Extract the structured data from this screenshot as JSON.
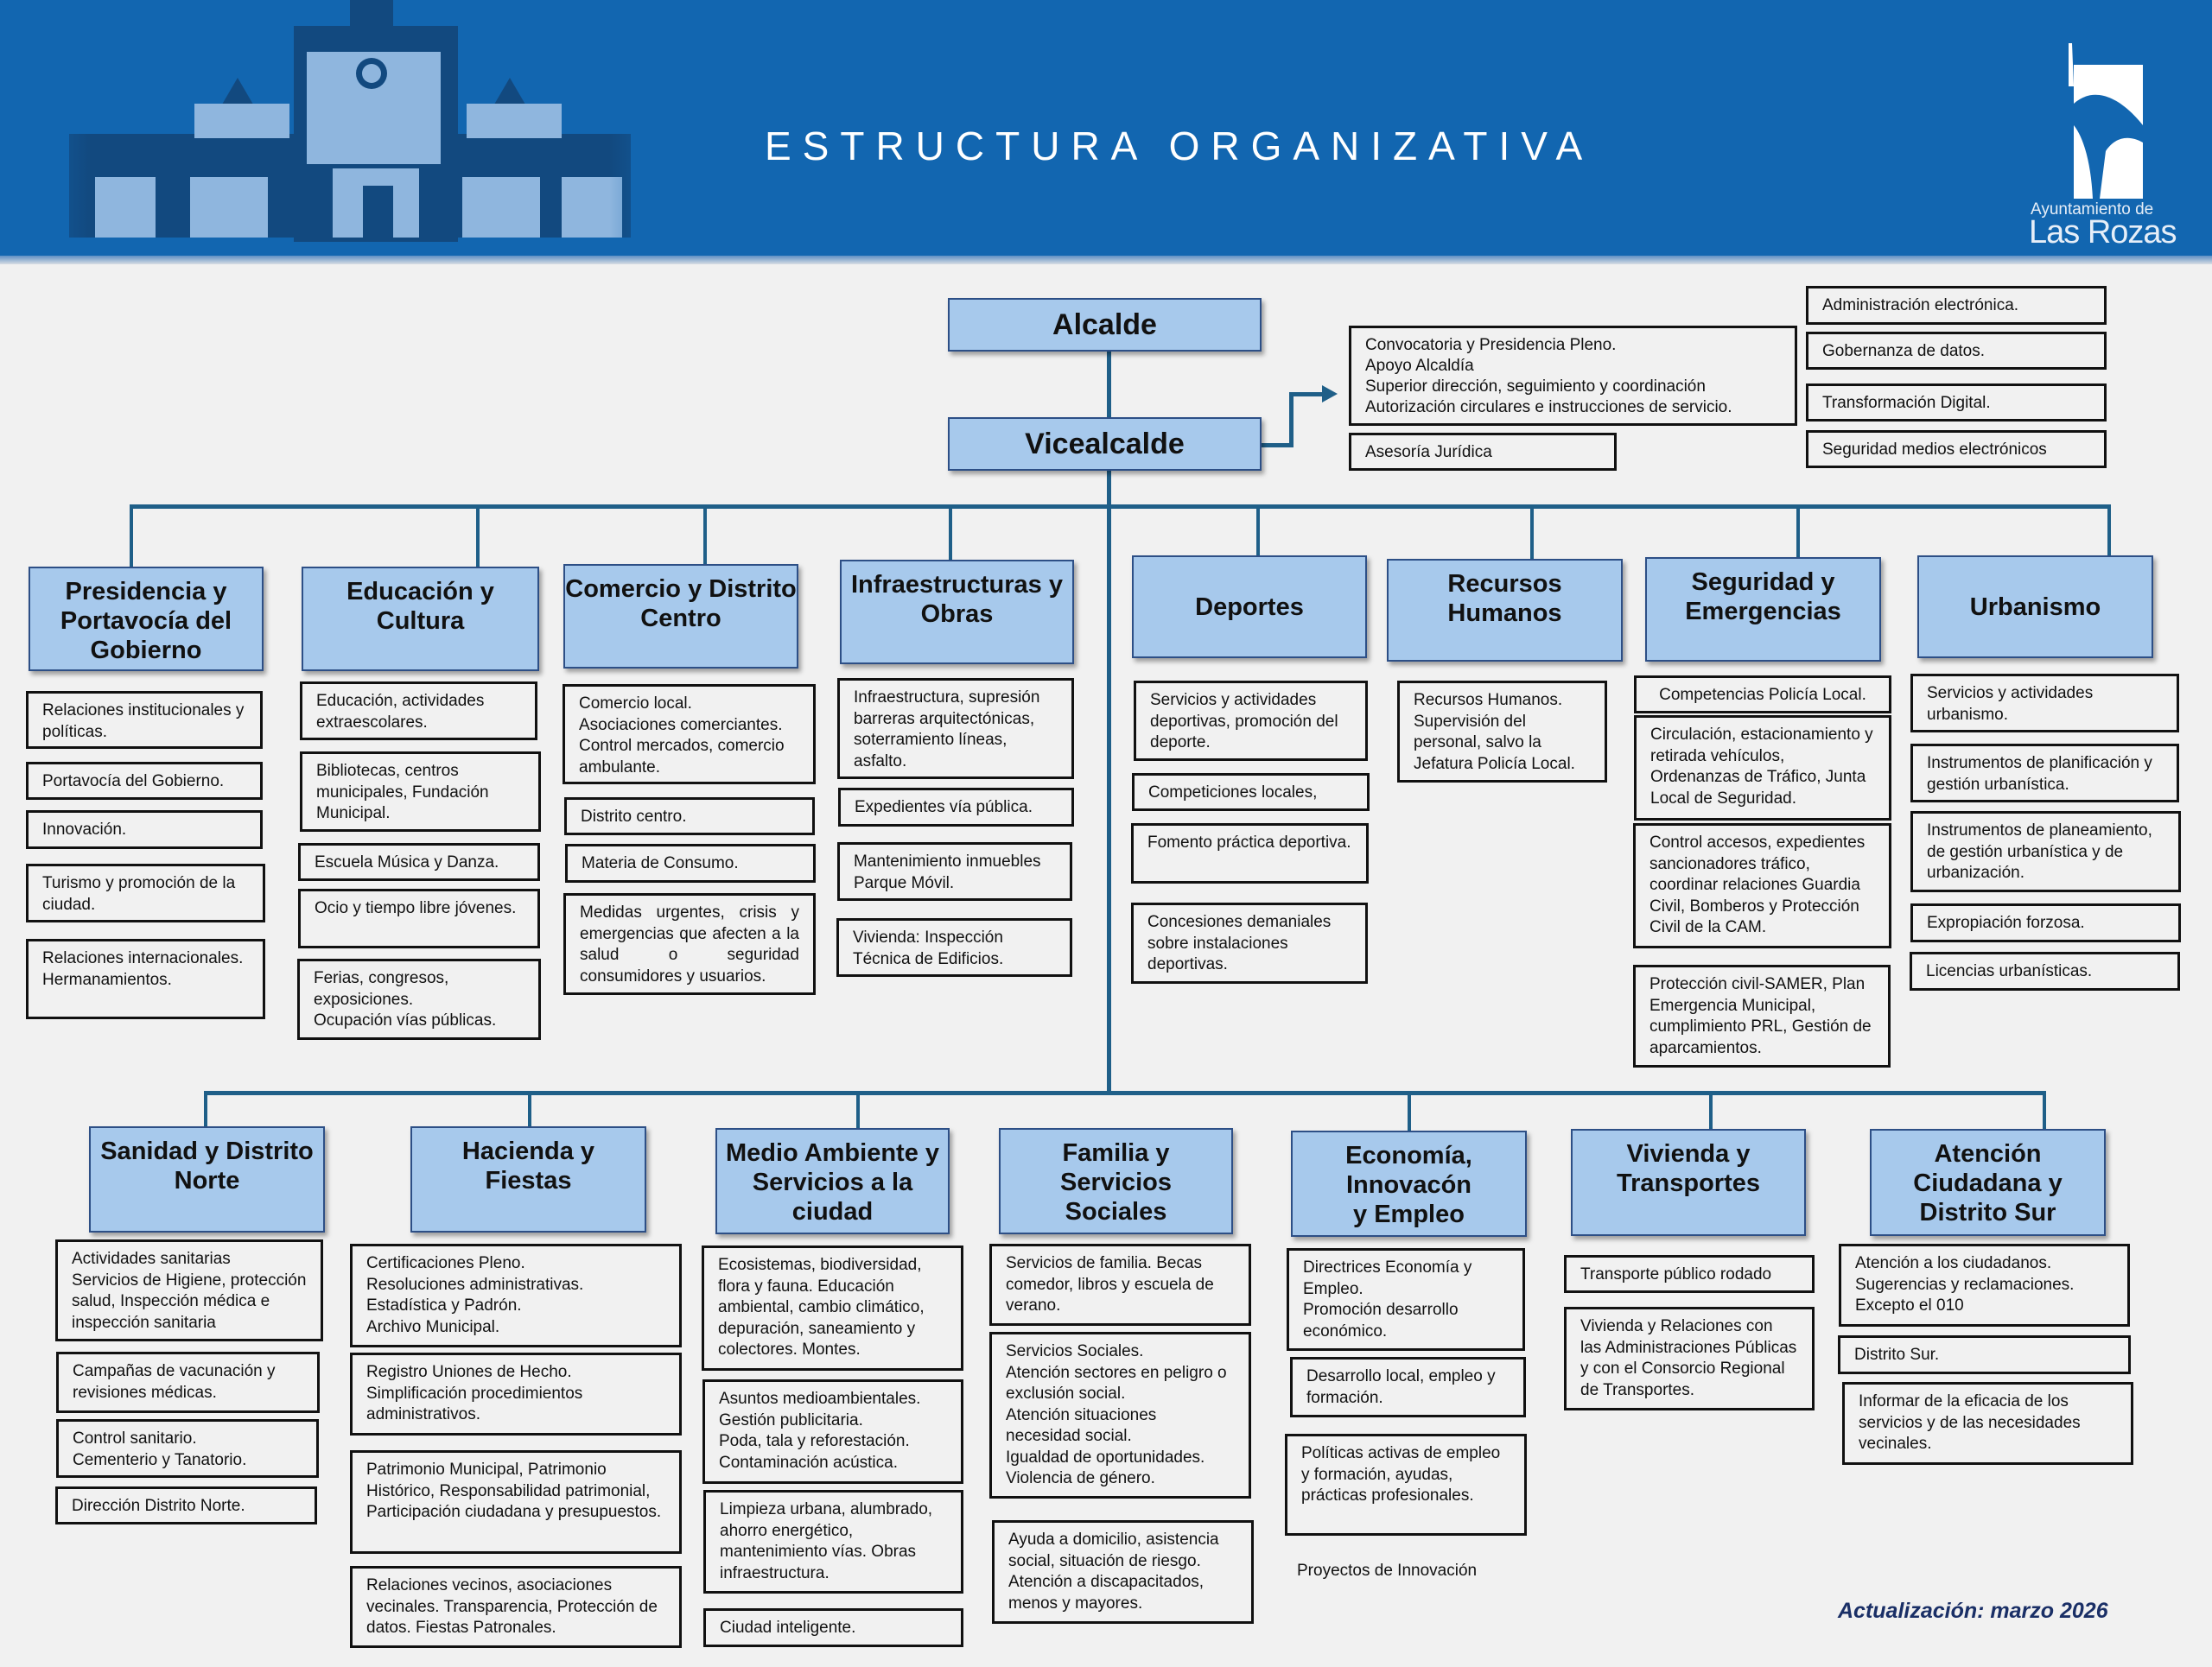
{
  "header": {
    "title": "ESTRUCTURA  ORGANIZATIVA",
    "logo_sub": "Ayuntamiento de",
    "logo_name": "Las Rozas",
    "background_color": "#1266b0"
  },
  "top": {
    "alcalde": "Alcalde",
    "vicealcalde": "Vicealcalde",
    "vice_functions": "Convocatoria y Presidencia Pleno.\nApoyo Alcaldía\nSuperior dirección, seguimiento y coordinación\nAutorización circulares e instrucciones de servicio.",
    "asesoria": "Asesoría Jurídica",
    "digital": [
      "Administración electrónica.",
      "Gobernanza de datos.",
      "Transformación Digital.",
      "Seguridad medios electrónicos"
    ]
  },
  "row1": [
    {
      "title": "Presidencia y Portavocía del Gobierno",
      "items": [
        "Relaciones institucionales y políticas.",
        "Portavocía del Gobierno.",
        "Innovación.",
        "Turismo y promoción de la ciudad.",
        "Relaciones internacionales.\nHermanamientos."
      ]
    },
    {
      "title": "Educación y Cultura",
      "items": [
        "Educación, actividades extraescolares.",
        "Bibliotecas, centros municipales, Fundación Municipal.",
        "Escuela Música y Danza.",
        "Ocio y tiempo libre jóvenes.",
        "Ferias, congresos, exposiciones.\nOcupación vías públicas."
      ]
    },
    {
      "title": "Comercio y Distrito Centro",
      "items": [
        "Comercio local.\nAsociaciones comerciantes.\nControl mercados, comercio ambulante.",
        "Distrito centro.",
        "Materia de Consumo.",
        "Medidas urgentes, crisis y emergencias que afecten a la salud o seguridad consumidores y usuarios."
      ]
    },
    {
      "title": "Infraestructuras y Obras",
      "items": [
        "Infraestructura, supresión barreras arquitectónicas, soterramiento líneas, asfalto.",
        "Expedientes vía pública.",
        "Mantenimiento inmuebles Parque Móvil.",
        "Vivienda: Inspección Técnica de Edificios."
      ]
    },
    {
      "title": "Deportes",
      "items": [
        "Servicios y actividades deportivas,  promoción del deporte.",
        "Competiciones locales,",
        "Fomento práctica deportiva.",
        "Concesiones demaniales sobre instalaciones deportivas."
      ]
    },
    {
      "title": "Recursos Humanos",
      "items": [
        "Recursos Humanos.\nSupervisión del personal, salvo la Jefatura Policía Local."
      ]
    },
    {
      "title": "Seguridad y Emergencias",
      "items": [
        "Competencias Policía Local.",
        "Circulación, estacionamiento y retirada vehículos, Ordenanzas de Tráfico, Junta Local de Seguridad.",
        "Control accesos, expedientes sancionadores tráfico, coordinar relaciones Guardia Civil, Bomberos y Protección Civil de la CAM.",
        "Protección civil-SAMER, Plan Emergencia Municipal, cumplimiento PRL, Gestión de aparcamientos."
      ]
    },
    {
      "title": "Urbanismo",
      "items": [
        "Servicios y actividades urbanismo.",
        "Instrumentos de planificación y gestión urbanística.",
        "Instrumentos de planeamiento, de gestión urbanística y de urbanización.",
        "Expropiación forzosa.",
        "Licencias urbanísticas."
      ]
    }
  ],
  "row2": [
    {
      "title": "Sanidad y Distrito Norte",
      "items": [
        "Actividades sanitarias\nServicios de Higiene, protección salud, Inspección médica e inspección sanitaria",
        "Campañas de vacunación y revisiones médicas.",
        "Control sanitario.\nCementerio y Tanatorio.",
        "Dirección Distrito Norte."
      ]
    },
    {
      "title": "Hacienda y Fiestas",
      "items": [
        "Certificaciones Pleno.\nResoluciones administrativas.\nEstadística y Padrón.\nArchivo Municipal.",
        "Registro Uniones de Hecho.\nSimplificación procedimientos administrativos.",
        "Patrimonio Municipal, Patrimonio Histórico, Responsabilidad patrimonial, Participación ciudadana y presupuestos.",
        "Relaciones vecinos, asociaciones vecinales. Transparencia, Protección de datos. Fiestas Patronales."
      ]
    },
    {
      "title": "Medio Ambiente y Servicios a la ciudad",
      "items": [
        "Ecosistemas, biodiversidad, flora y fauna. Educación ambiental, cambio climático, depuración, saneamiento y colectores. Montes.",
        "Asuntos medioambientales.\nGestión publicitaria.\nPoda, tala y reforestación.\nContaminación acústica.",
        "Limpieza urbana, alumbrado, ahorro energético, mantenimiento vías. Obras infraestructura.",
        "Ciudad inteligente."
      ]
    },
    {
      "title": "Familia y Servicios Sociales",
      "items": [
        "Servicios de familia. Becas comedor, libros y escuela de verano.",
        "Servicios Sociales.\nAtención sectores en peligro o exclusión social.\nAtención situaciones necesidad social.\nIgualdad de oportunidades.\nViolencia de género.",
        "Ayuda a domicilio, asistencia social, situación de riesgo. Atención a discapacitados, menos y mayores."
      ]
    },
    {
      "title": "Economía, Innovacón y Empleo",
      "items": [
        "Directrices Economía y Empleo.\nPromoción desarrollo económico.",
        "Desarrollo local, empleo y formación.",
        "Políticas activas de empleo y formación, ayudas, prácticas profesionales."
      ],
      "note": "Proyectos de Innovación"
    },
    {
      "title": "Vivienda y Transportes",
      "items": [
        "Transporte público rodado",
        "Vivienda y Relaciones con las Administraciones Públicas y con el Consorcio Regional de Transportes."
      ]
    },
    {
      "title": "Atención Ciudadana y Distrito Sur",
      "items": [
        "Atención a los ciudadanos.\nSugerencias y reclamaciones.\nExcepto el 010",
        "Distrito Sur.",
        "Informar de la eficacia de los servicios y de las necesidades vecinales."
      ]
    }
  ],
  "footer": {
    "updated": "Actualización: marzo 2026"
  },
  "colors": {
    "header_blue": "#1266b0",
    "dept_fill": "#a7c9ec",
    "dept_border": "#2d4f86",
    "connector": "#1f5f88",
    "update_text": "#1a2f66"
  }
}
